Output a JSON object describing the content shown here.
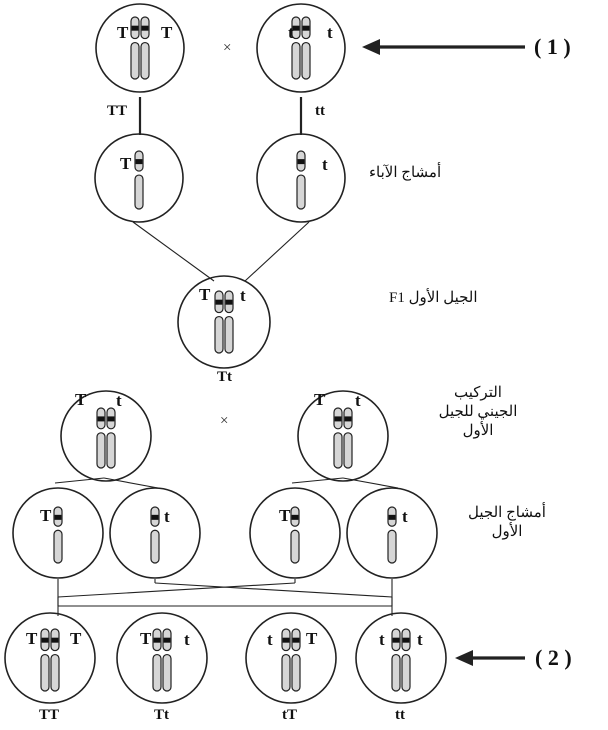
{
  "cross_symbol": "×",
  "labels": {
    "parent_tt_dom": "TT",
    "parent_tt_rec": "tt",
    "parent_gametes": "أمشاج الآباء",
    "f1": "الجيل الأول F1",
    "f1_genotype": "Tt",
    "f1_genotype_line1": "التركيب",
    "f1_genotype_line2": "الجيني للجيل",
    "f1_genotype_line3": "الأول",
    "f1_gametes_line1": "أمشاج الجيل",
    "f1_gametes_line2": "الأول",
    "marker1": "( 1 )",
    "marker2": "( 2 )"
  },
  "offspring_genotypes": [
    "TT",
    "Tt",
    "tT",
    "tt"
  ],
  "alleles": {
    "dominant": "T",
    "recessive": "t"
  },
  "colors": {
    "line": "#222222",
    "chromosome_fill": "#d6d6d6",
    "band": "#111111"
  }
}
